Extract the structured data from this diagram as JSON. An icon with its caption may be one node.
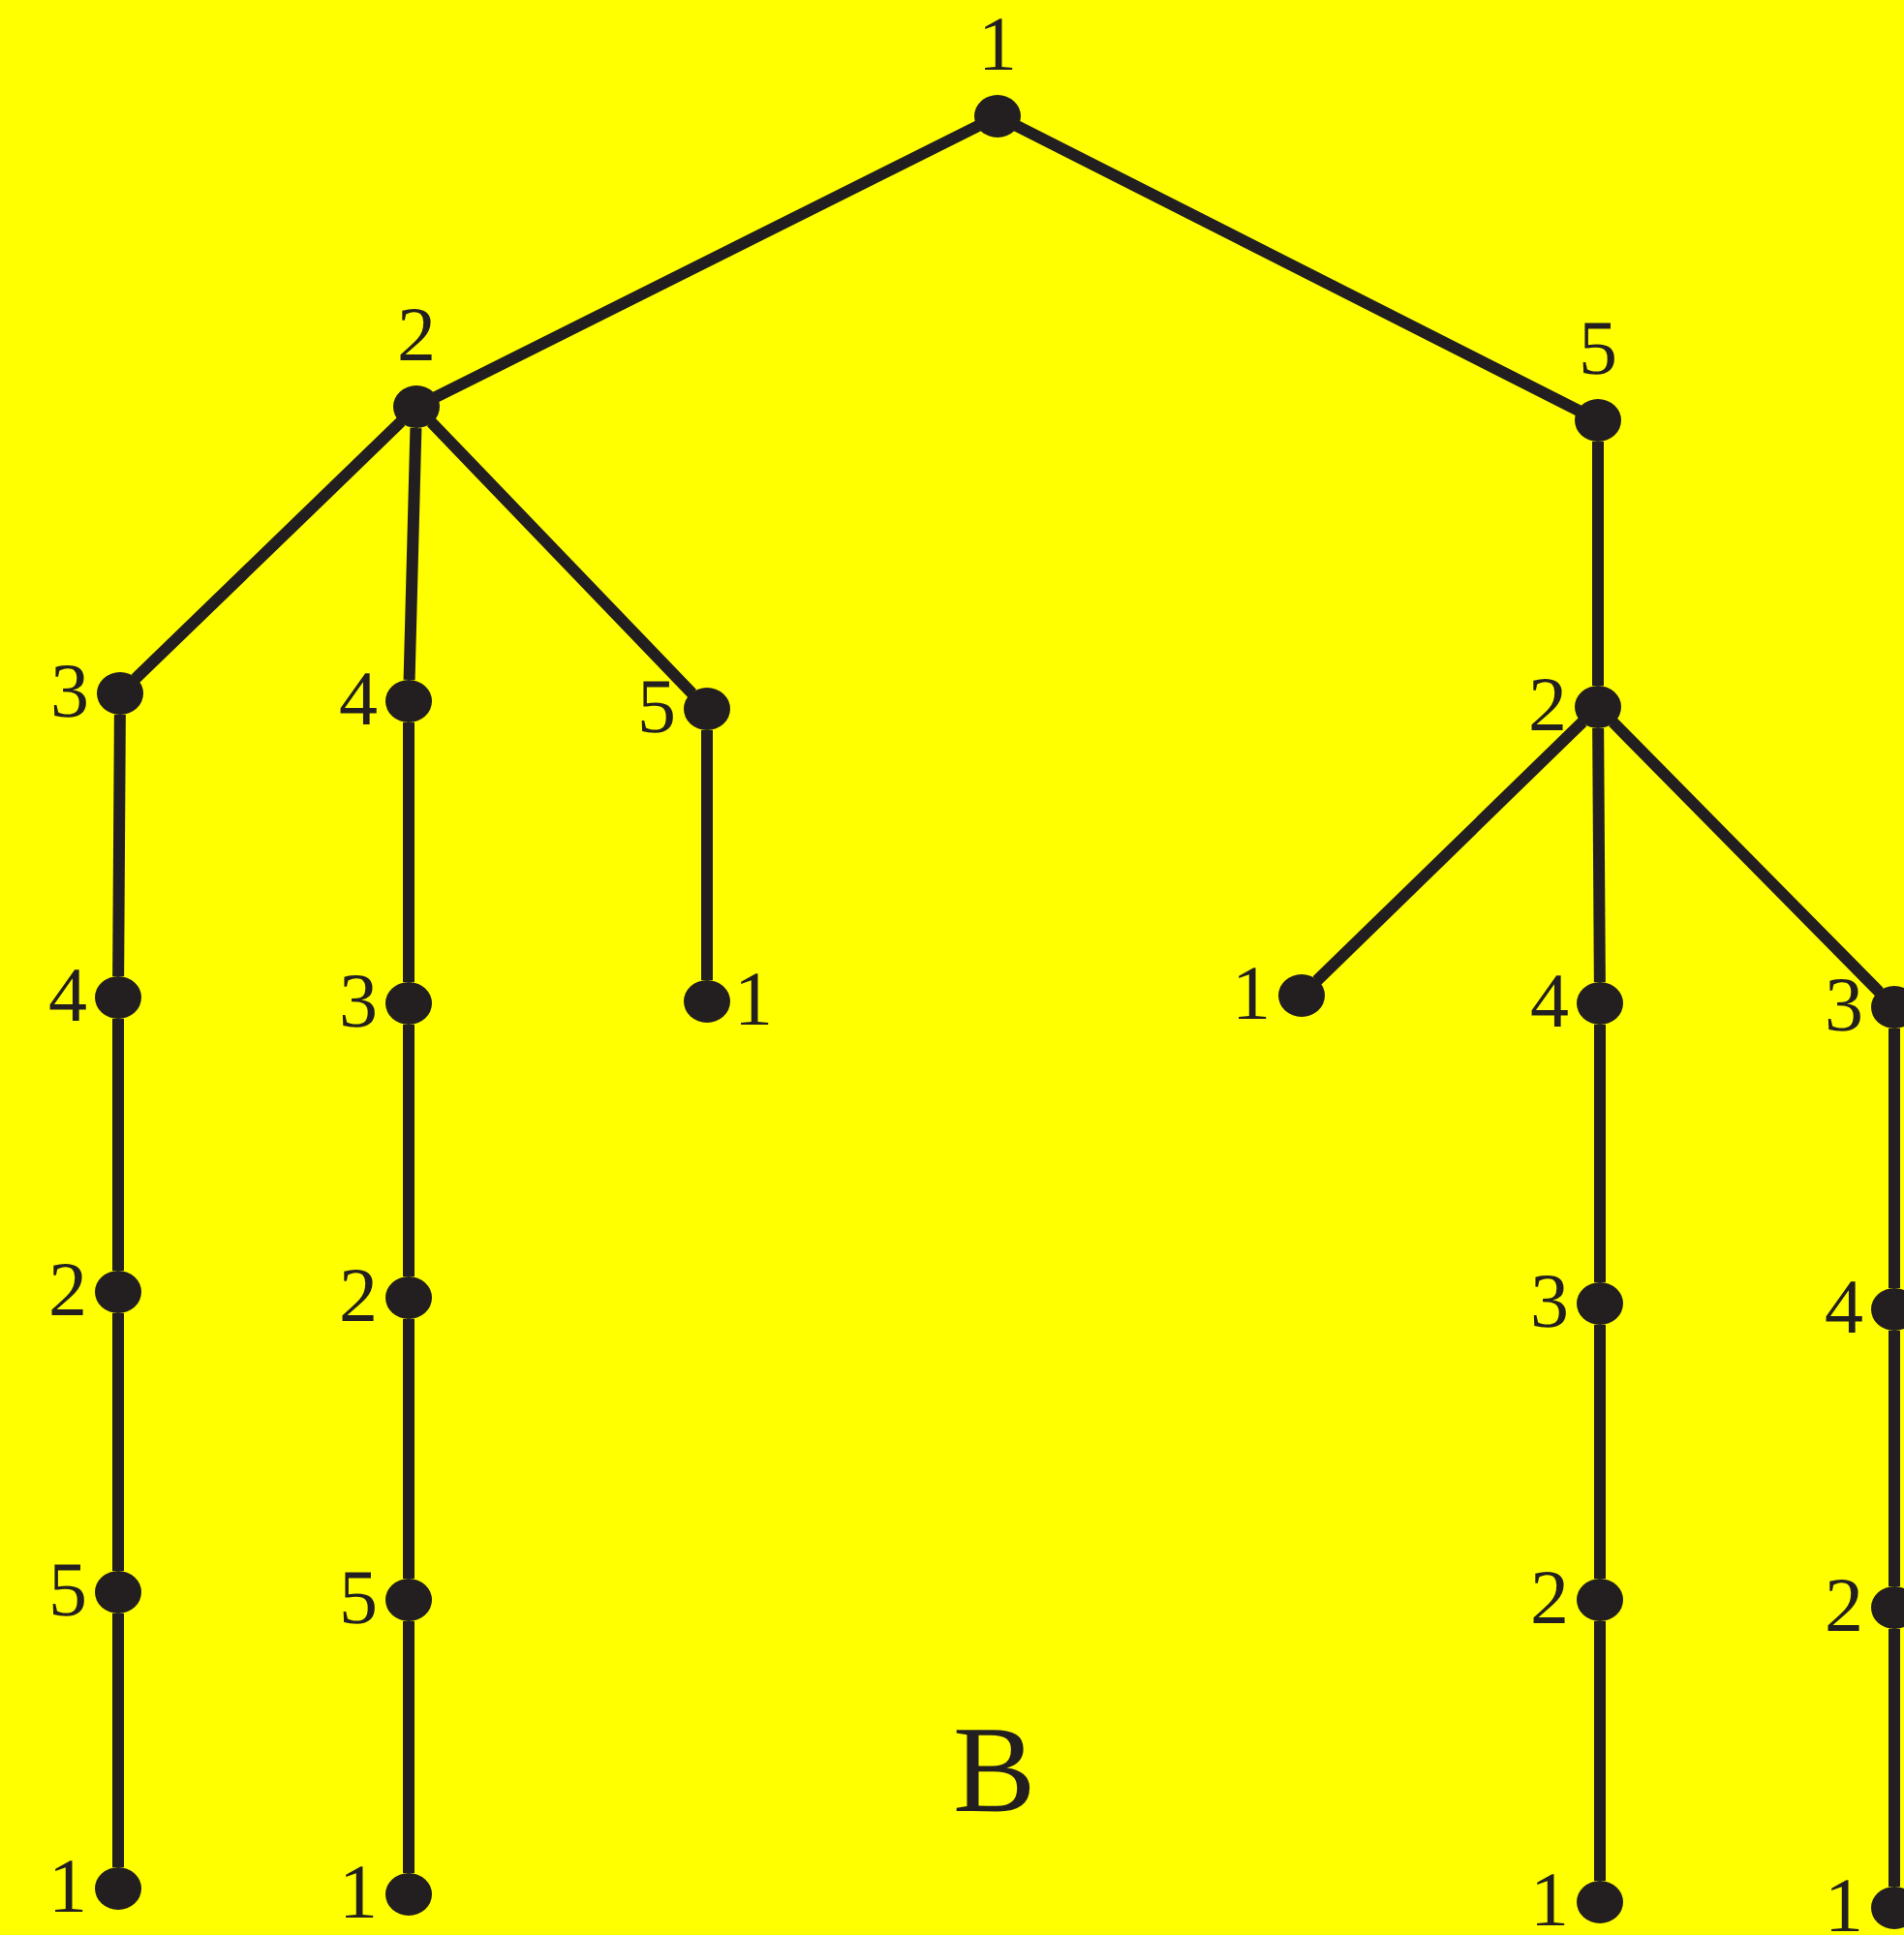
{
  "diagram": {
    "nodes": [
      {
        "text": [
          "1"
        ]
      },
      {
        "text": [
          "2"
        ]
      },
      {
        "text": [
          "5"
        ]
      },
      {
        "text": [
          "3"
        ]
      },
      {
        "text": [
          "4"
        ]
      },
      {
        "text": [
          "5"
        ]
      },
      {
        "text": [
          "2"
        ]
      },
      {
        "text": [
          "4"
        ]
      },
      {
        "text": [
          "3"
        ]
      },
      {
        "text": [
          "1"
        ]
      },
      {
        "text": [
          "1"
        ]
      },
      {
        "text": [
          "4"
        ]
      },
      {
        "text": [
          "3"
        ]
      },
      {
        "text": [
          "2"
        ]
      },
      {
        "text": [
          "2"
        ]
      },
      {
        "text": [
          "3"
        ]
      },
      {
        "text": [
          "4"
        ]
      },
      {
        "text": [
          "5"
        ]
      },
      {
        "text": [
          "5"
        ]
      },
      {
        "text": [
          "2"
        ]
      },
      {
        "text": [
          "2"
        ]
      },
      {
        "text": [
          "1"
        ]
      },
      {
        "text": [
          "1"
        ]
      },
      {
        "text": [
          "1"
        ]
      },
      {
        "text": [
          "1"
        ]
      }
    ],
    "edges": [
      {
        "from": 0,
        "to": 1,
        "arrow": "none"
      },
      {
        "from": 0,
        "to": 2,
        "arrow": "none"
      },
      {
        "from": 1,
        "to": 3,
        "arrow": "none"
      },
      {
        "from": 1,
        "to": 4,
        "arrow": "none"
      },
      {
        "from": 1,
        "to": 5,
        "arrow": "none"
      },
      {
        "from": 2,
        "to": 6,
        "arrow": "none"
      },
      {
        "from": 3,
        "to": 7,
        "arrow": "none"
      },
      {
        "from": 4,
        "to": 8,
        "arrow": "none"
      },
      {
        "from": 5,
        "to": 9,
        "arrow": "none"
      },
      {
        "from": 6,
        "to": 10,
        "arrow": "none"
      },
      {
        "from": 6,
        "to": 11,
        "arrow": "none"
      },
      {
        "from": 6,
        "to": 12,
        "arrow": "none"
      },
      {
        "from": 7,
        "to": 13,
        "arrow": "none"
      },
      {
        "from": 8,
        "to": 14,
        "arrow": "none"
      },
      {
        "from": 11,
        "to": 15,
        "arrow": "none"
      },
      {
        "from": 12,
        "to": 16,
        "arrow": "none"
      },
      {
        "from": 13,
        "to": 17,
        "arrow": "none"
      },
      {
        "from": 14,
        "to": 18,
        "arrow": "none"
      },
      {
        "from": 15,
        "to": 19,
        "arrow": "none"
      },
      {
        "from": 16,
        "to": 20,
        "arrow": "none"
      },
      {
        "from": 17,
        "to": 21,
        "arrow": "none"
      },
      {
        "from": 18,
        "to": 22,
        "arrow": "none"
      },
      {
        "from": 19,
        "to": 23,
        "arrow": "none"
      },
      {
        "from": 20,
        "to": 24,
        "arrow": "none"
      }
    ],
    "labels": [
      "B"
    ]
  }
}
